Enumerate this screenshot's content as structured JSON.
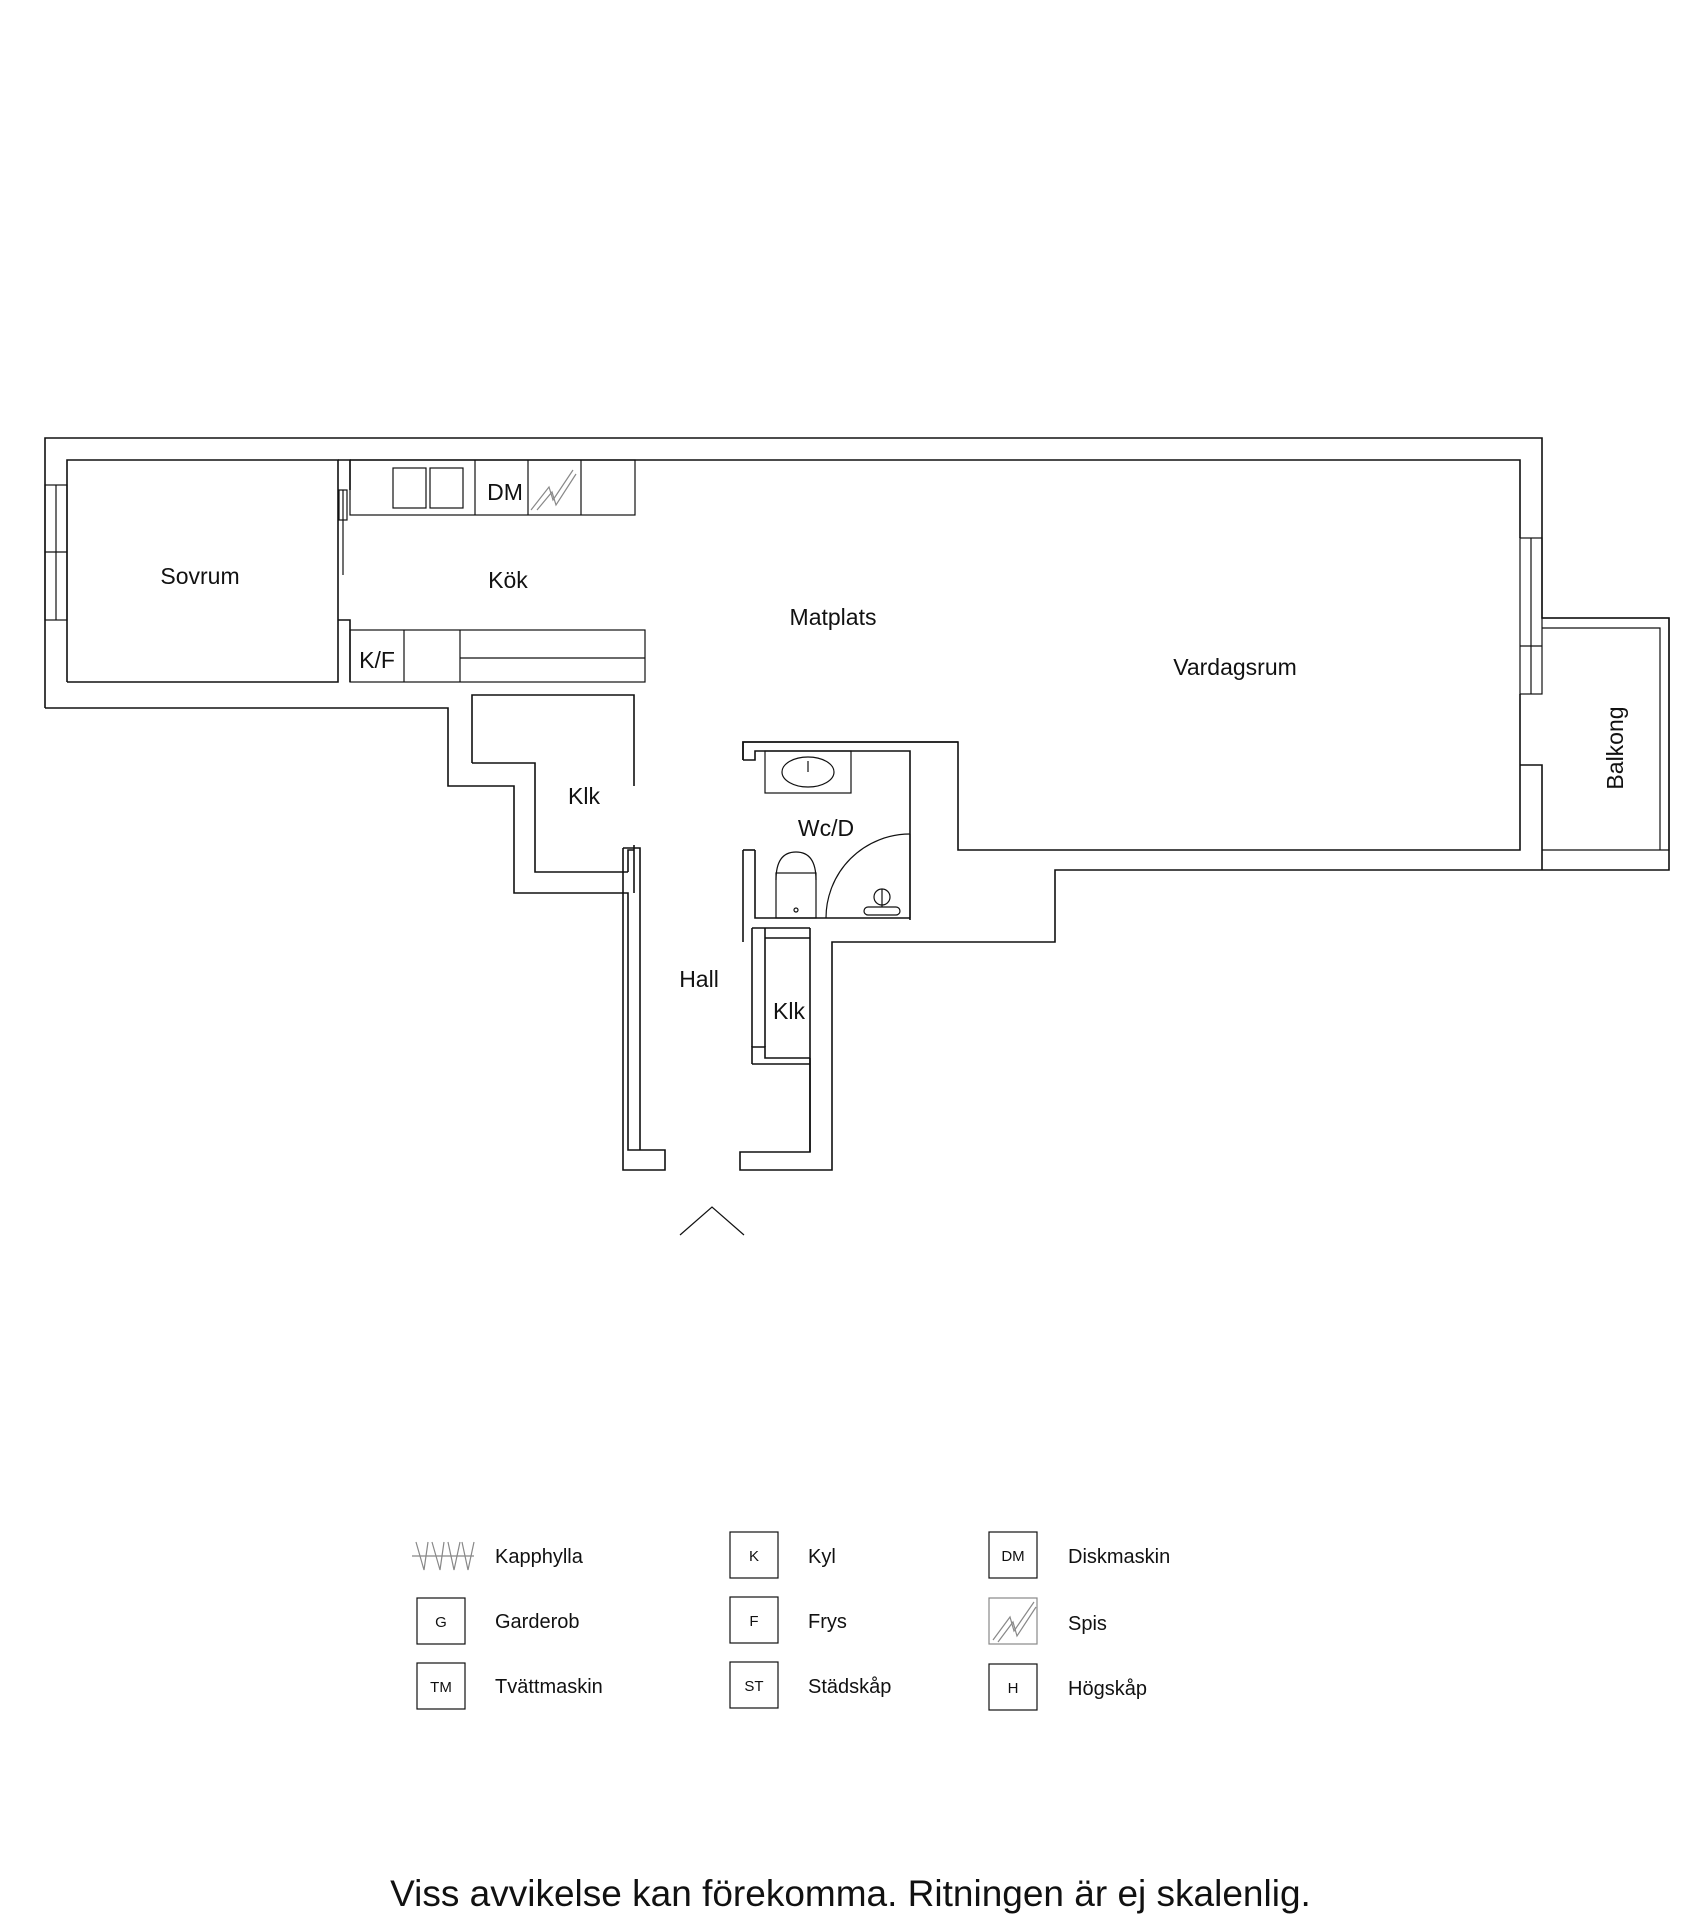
{
  "rooms": {
    "sovrum": "Sovrum",
    "kok": "Kök",
    "matplats": "Matplats",
    "vardagsrum": "Vardagsrum",
    "balkong": "Balkong",
    "klk_upper": "Klk",
    "wc": "Wc/D",
    "hall": "Hall",
    "klk_lower": "Klk"
  },
  "fixtures": {
    "dm": "DM",
    "kf": "K/F"
  },
  "legend": {
    "kapphylla": {
      "label": "Kapphylla",
      "icon": "coat-rack-icon"
    },
    "garderob": {
      "code": "G",
      "label": "Garderob"
    },
    "tvattmaskin": {
      "code": "TM",
      "label": "Tvättmaskin"
    },
    "kyl": {
      "code": "K",
      "label": "Kyl"
    },
    "frys": {
      "code": "F",
      "label": "Frys"
    },
    "stadskap": {
      "code": "ST",
      "label": "Städskåp"
    },
    "diskmaskin": {
      "code": "DM",
      "label": "Diskmaskin"
    },
    "spis": {
      "label": "Spis",
      "icon": "stove-icon"
    },
    "hogskap": {
      "code": "H",
      "label": "Högskåp"
    }
  },
  "disclaimer": "Viss avvikelse kan förekomma. Ritningen är ej skalenlig.",
  "colors": {
    "lines": "#111111",
    "background": "#ffffff",
    "symbol_grey": "#888888"
  }
}
